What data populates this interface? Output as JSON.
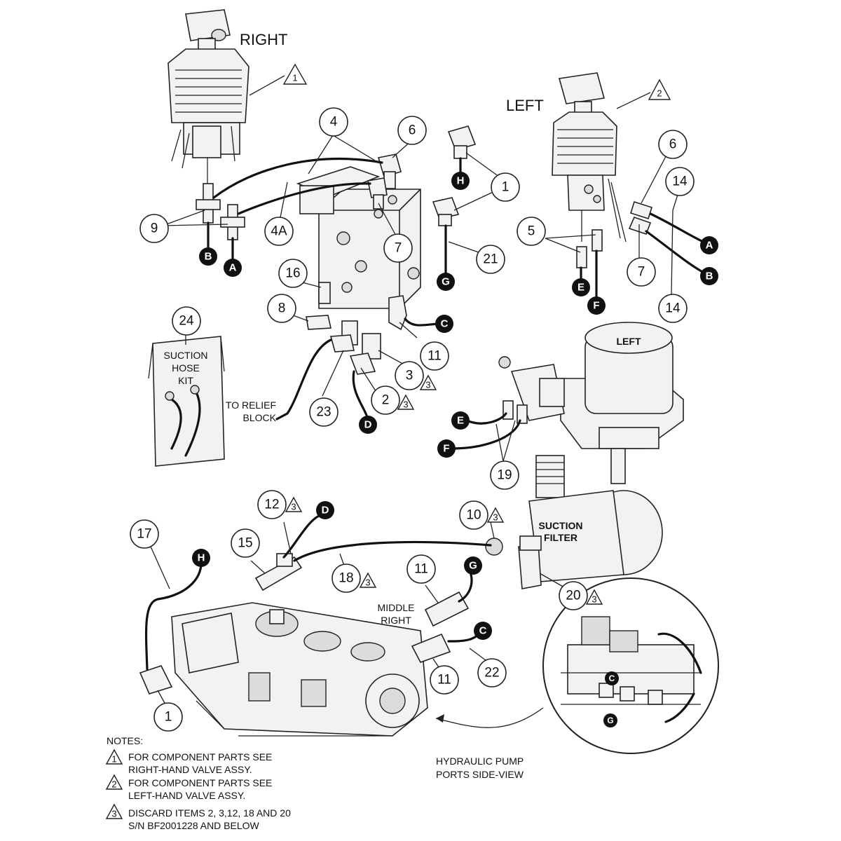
{
  "labels": {
    "right": "RIGHT",
    "left": "LEFT",
    "suction_hose_kit": [
      "SUCTION",
      "HOSE",
      "KIT"
    ],
    "to_relief_block": [
      "TO RELIEF",
      "BLOCK"
    ],
    "middle_right": [
      "MIDDLE",
      "RIGHT"
    ],
    "suction_filter": [
      "SUCTION",
      "FILTER"
    ],
    "left_motor": "LEFT",
    "pump_side_view": [
      "HYDRAULIC PUMP",
      "PORTS SIDE-VIEW"
    ]
  },
  "callouts": {
    "c4": "4",
    "c6a": "6",
    "c1a": "1",
    "c9": "9",
    "c4a": "4A",
    "c7a": "7",
    "c21": "21",
    "c16": "16",
    "c8": "8",
    "c11a": "11",
    "c3": "3",
    "c2": "2",
    "c23": "23",
    "c24": "24",
    "c6b": "6",
    "c14a": "14",
    "c5": "5",
    "c7b": "7",
    "c14b": "14",
    "c19": "19",
    "c12": "12",
    "c10": "10",
    "c17": "17",
    "c15": "15",
    "c18": "18",
    "c11b": "11",
    "c20": "20",
    "c11c": "11",
    "c22": "22",
    "c1b": "1"
  },
  "tri_marks": {
    "t1": "1",
    "t2": "2",
    "t3a": "3",
    "t3b": "3",
    "t3c": "3",
    "t3d": "3",
    "t3e": "3",
    "t3f": "3"
  },
  "hose_ends": {
    "B1": "B",
    "A1": "A",
    "H1": "H",
    "G1": "G",
    "C1": "C",
    "D1": "D",
    "A2": "A",
    "B2": "B",
    "E1": "E",
    "F1": "F",
    "E2": "E",
    "F2": "F",
    "D2": "D",
    "H2": "H",
    "G2": "G",
    "C2": "C",
    "C3": "C",
    "G3": "G"
  },
  "notes": {
    "title": "NOTES:",
    "items": [
      {
        "mark": "1",
        "lines": [
          "FOR COMPONENT PARTS SEE",
          "RIGHT-HAND VALVE ASSY."
        ]
      },
      {
        "mark": "2",
        "lines": [
          "FOR COMPONENT PARTS SEE",
          "LEFT-HAND VALVE ASSY."
        ]
      },
      {
        "mark": "3",
        "lines": [
          "DISCARD ITEMS 2, 3,12, 18 AND 20",
          "S/N BF2001228 AND BELOW"
        ]
      }
    ]
  }
}
